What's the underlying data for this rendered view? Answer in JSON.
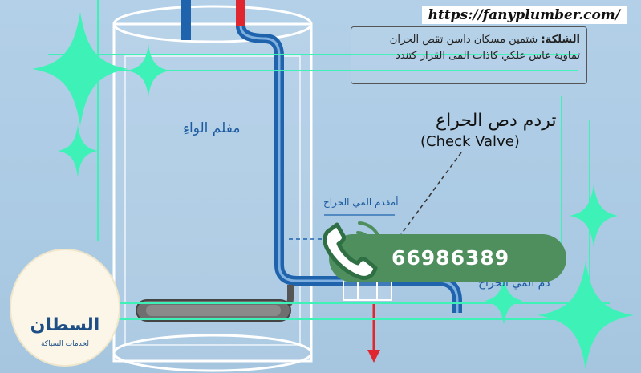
{
  "watermark_url": "https://fanyplumber.com/",
  "note": {
    "line1_bold": "الشلكة:",
    "line1": "شتمين مسكان داسن تقص الحران",
    "line2": "تماوية عاس علكي كاذات المى القرار كتندد"
  },
  "labels": {
    "tank": "مفلم الواءِ",
    "check_valve_ar": "تردم دص الحراع",
    "check_valve_en": "(Check Valve)",
    "outlet_top": "أمفدم المي الحراح",
    "outlet_bottom": "دم المي الحراح"
  },
  "contact": {
    "phone": "66986389"
  },
  "logo": {
    "name": "السطان",
    "tagline": "لخدمات السباكة"
  },
  "colors": {
    "background": "#a9c9e3",
    "cold_pipe": "#1f63ad",
    "hot_pipe": "#e0262e",
    "sparkle": "#3ef2b7",
    "phone_pill": "#4f8f5e",
    "logo_text": "#1d4e86"
  }
}
